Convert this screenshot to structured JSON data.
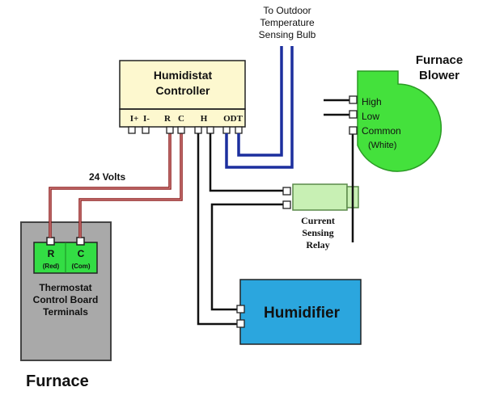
{
  "outdoor_label": [
    "To Outdoor",
    "Temperature",
    "Sensing Bulb"
  ],
  "controller": {
    "title": [
      "Humidistat",
      "Controller"
    ],
    "terminals": [
      "I+",
      "I-",
      "R",
      "C",
      "H",
      "ODT"
    ]
  },
  "blower": {
    "title": [
      "Furnace",
      "Blower"
    ],
    "terminals": [
      "High",
      "Low",
      "Common",
      "(White)"
    ]
  },
  "volts_label": "24 Volts",
  "relay_label": [
    "Current",
    "Sensing",
    "Relay"
  ],
  "furnace": {
    "label": "Furnace",
    "board_label": [
      "Thermostat",
      "Control Board",
      "Terminals"
    ],
    "terminals": [
      {
        "letter": "R",
        "sub": "(Red)"
      },
      {
        "letter": "C",
        "sub": "(Com)"
      }
    ]
  },
  "humidifier_label": "Humidifier",
  "colors": {
    "controller_fill": "#fdf8cf",
    "blower_fill": "#44e13c",
    "relay_fill": "#c8f0b4",
    "furnace_fill": "#a9a9a9",
    "terminal_board_fill": "#33dd44",
    "humidifier_fill": "#2ba6de",
    "wire_red": "#8b1a1a",
    "wire_blue": "#1c2f9e",
    "wire_black": "#111111"
  }
}
